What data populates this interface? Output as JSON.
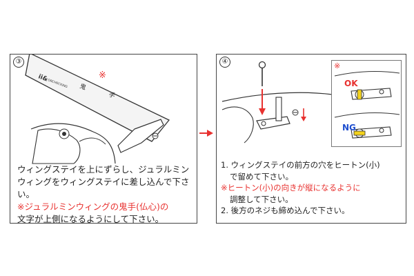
{
  "step3": {
    "number": "③",
    "note_mark": "※",
    "line1": "ウィングステイを上にずらし、ジュラルミン",
    "line2": "ウィングをウィングステイに差し込んで下さい。",
    "warn_line1": "※ジュラルミンウィングの鬼手(仏心)の",
    "warn_line2": "文字が上側になるようにして下さい。"
  },
  "step4": {
    "number": "④",
    "inset_mark": "※",
    "ok_label": "OK",
    "ng_label": "NG",
    "item1_line1": "1. ウィングステイの前方の穴をヒートン(小)",
    "item1_line2": "で留めて下さい。",
    "warn_line1": "※ヒートン(小)の向きが縦になるように",
    "warn_line2": "調整して下さい。",
    "item2": "2. 後方のネジも締め込んで下さい。"
  },
  "colors": {
    "accent_red": "#e8312f",
    "ng_blue": "#1f4fcf",
    "highlight_yellow": "#f3d21b"
  }
}
